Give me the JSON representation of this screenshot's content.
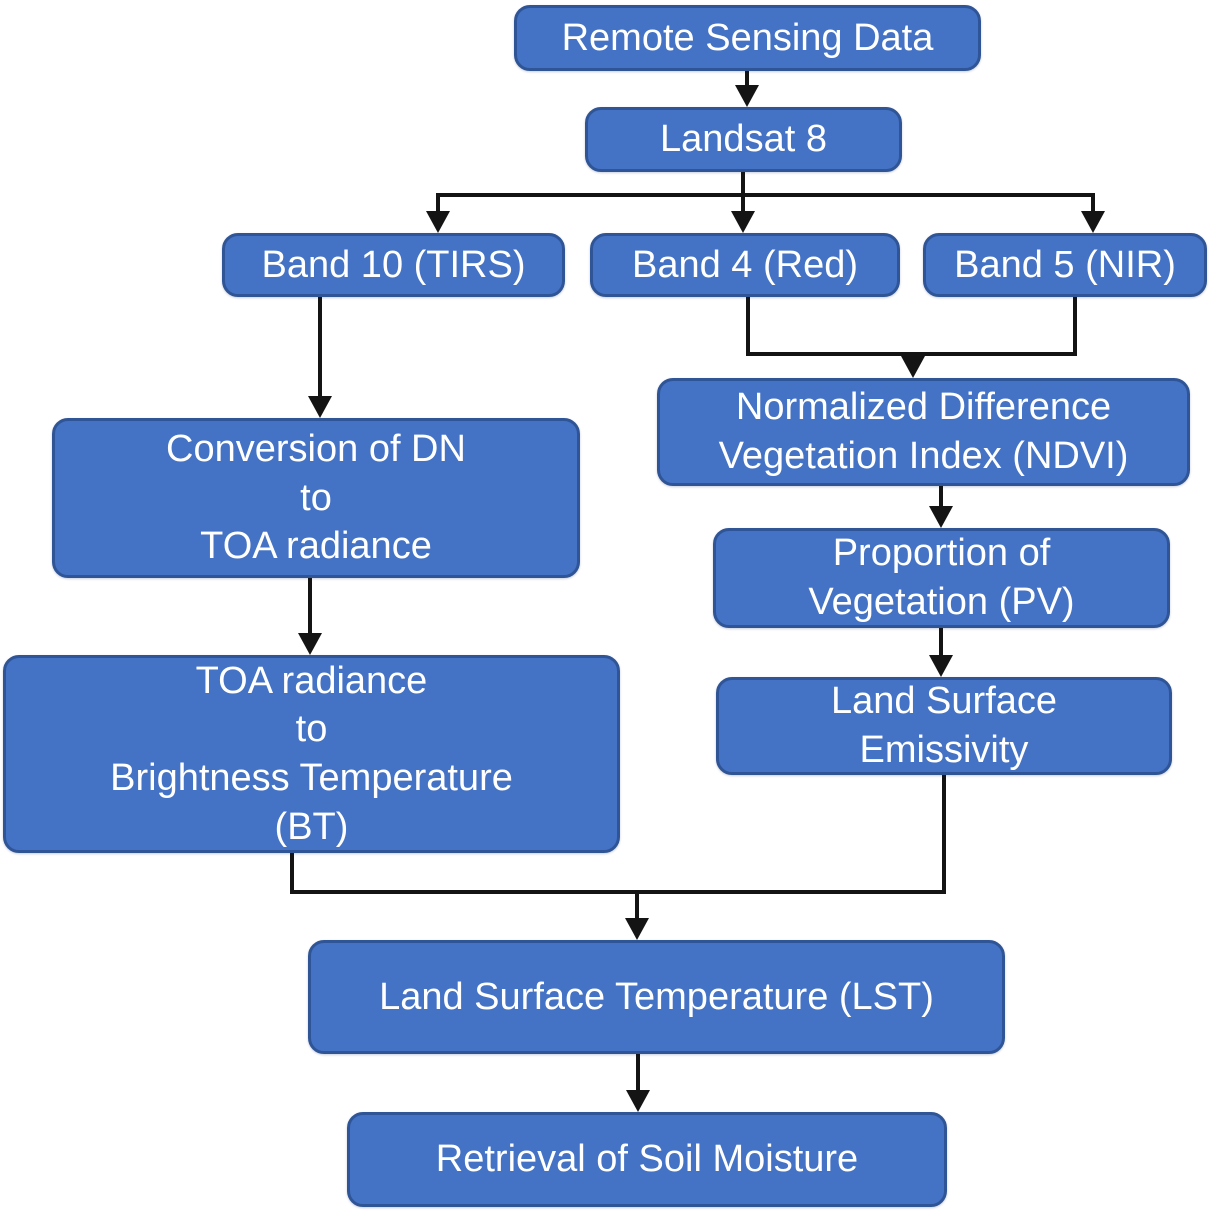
{
  "colors": {
    "box_fill": "#4472C4",
    "box_border": "#2F5597",
    "box_text": "#FFFFFF",
    "arrow": "#141414",
    "background": "#FFFFFF"
  },
  "nodes": {
    "remote_sensing_data": {
      "label": "Remote Sensing Data"
    },
    "landsat_8": {
      "label": "Landsat 8"
    },
    "band_10_tirs": {
      "label": "Band 10 (TIRS)"
    },
    "band_4_red": {
      "label": "Band 4 (Red)"
    },
    "band_5_nir": {
      "label": "Band 5 (NIR)"
    },
    "conversion_dn_to_toa": {
      "label": "Conversion of DN\nto\nTOA radiance"
    },
    "ndvi": {
      "label": "Normalized Difference\nVegetation Index (NDVI)"
    },
    "proportion_of_vegetation": {
      "label": "Proportion of\nVegetation (PV)"
    },
    "toa_to_brightness_temperature": {
      "label": "TOA radiance\nto\nBrightness Temperature\n(BT)"
    },
    "land_surface_emissivity": {
      "label": "Land Surface\nEmissivity"
    },
    "land_surface_temperature": {
      "label": "Land Surface Temperature (LST)"
    },
    "retrieval_of_soil_moisture": {
      "label": "Retrieval of Soil Moisture"
    }
  },
  "edges": [
    {
      "from": "Remote Sensing Data",
      "to": "Landsat 8"
    },
    {
      "from": "Landsat 8",
      "to": "Band 10 (TIRS)"
    },
    {
      "from": "Landsat 8",
      "to": "Band 4 (Red)"
    },
    {
      "from": "Landsat 8",
      "to": "Band 5 (NIR)"
    },
    {
      "from": "Band 10 (TIRS)",
      "to": "Conversion of DN to TOA radiance"
    },
    {
      "from": "Conversion of DN to TOA radiance",
      "to": "TOA radiance to Brightness Temperature (BT)"
    },
    {
      "from": "Band 4 (Red)",
      "to": "Normalized Difference Vegetation Index (NDVI)"
    },
    {
      "from": "Band 5 (NIR)",
      "to": "Normalized Difference Vegetation Index (NDVI)"
    },
    {
      "from": "Normalized Difference Vegetation Index (NDVI)",
      "to": "Proportion of Vegetation (PV)"
    },
    {
      "from": "Proportion of Vegetation (PV)",
      "to": "Land Surface Emissivity"
    },
    {
      "from": "TOA radiance to Brightness Temperature (BT)",
      "to": "Land Surface Temperature (LST)"
    },
    {
      "from": "Land Surface Emissivity",
      "to": "Land Surface Temperature (LST)"
    },
    {
      "from": "Land Surface Temperature (LST)",
      "to": "Retrieval of Soil Moisture"
    }
  ]
}
